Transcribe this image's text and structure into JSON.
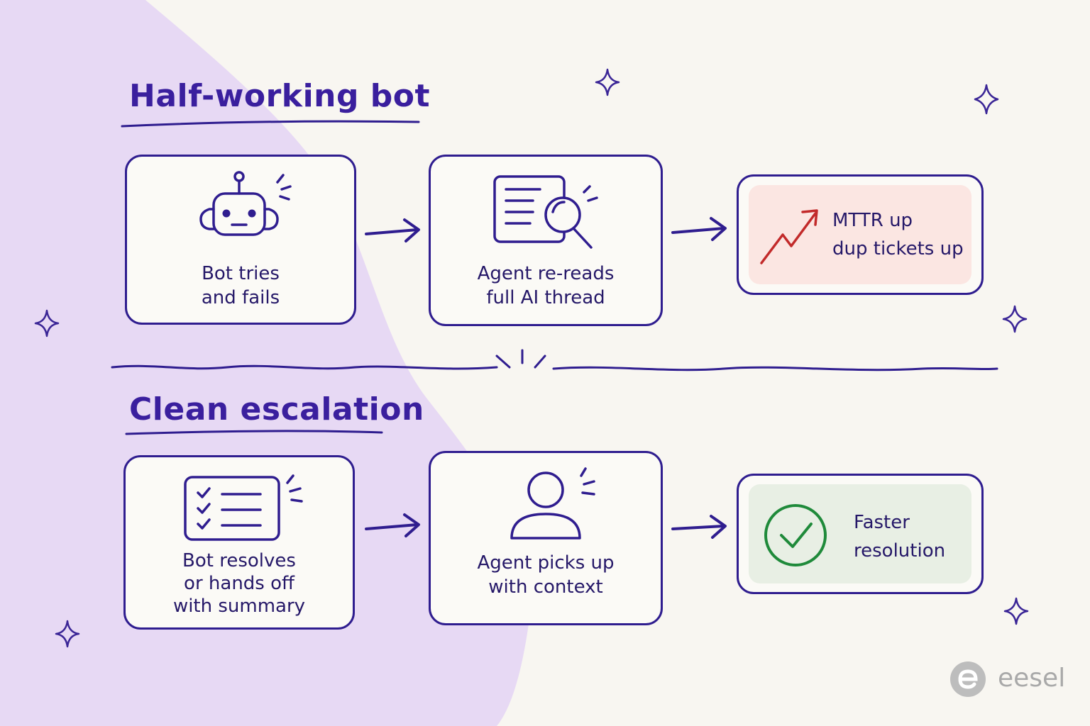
{
  "top_section": {
    "title": "Half-working bot",
    "steps": [
      {
        "lines": [
          "Bot tries",
          "and fails"
        ],
        "icon": "robot-icon"
      },
      {
        "lines": [
          "Agent re-reads",
          "full AI thread"
        ],
        "icon": "document-search-icon"
      }
    ],
    "result": {
      "lines": [
        "MTTR up",
        "dup tickets up"
      ],
      "icon": "trend-up-arrow-icon",
      "color": "#fbe6e2",
      "icon_color": "#c22a2a"
    }
  },
  "bottom_section": {
    "title": "Clean escalation",
    "steps": [
      {
        "lines": [
          "Bot resolves",
          "or hands off",
          "with summary"
        ],
        "icon": "checklist-icon"
      },
      {
        "lines": [
          "Agent picks up",
          "with context"
        ],
        "icon": "person-icon"
      }
    ],
    "result": {
      "lines": [
        "Faster",
        "resolution"
      ],
      "icon": "checkmark-circle-icon",
      "color": "#e8efe4",
      "icon_color": "#1f8a3a"
    }
  },
  "logo": {
    "text": "eesel",
    "icon": "eesel-logo-icon"
  },
  "colors": {
    "ink": "#2f1d8f",
    "background": "#f8f6f1",
    "blob": "#e7d9f4"
  }
}
